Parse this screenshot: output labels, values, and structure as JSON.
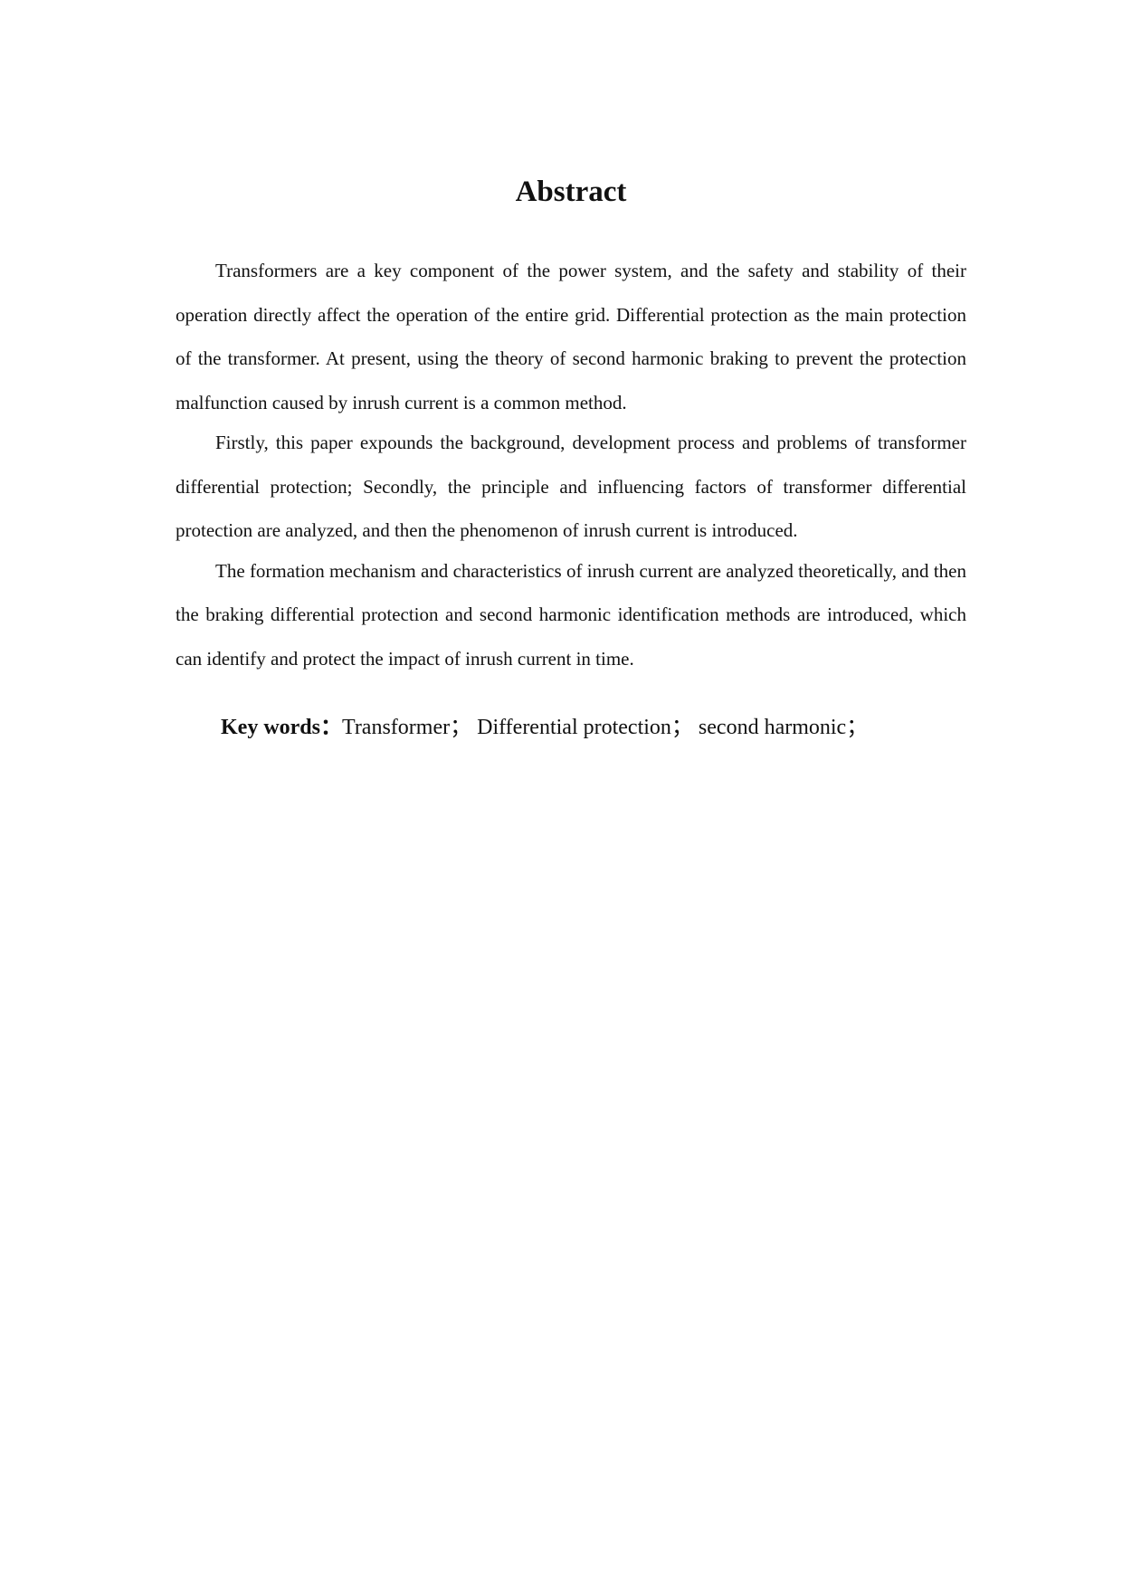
{
  "document": {
    "title": "Abstract",
    "paragraphs": [
      "Transformers are a key component of the power system, and the safety and stability of their operation directly affect the operation of the entire grid. Differential protection as the main protection of the transformer. At present, using the theory of second harmonic braking to prevent the protection malfunction caused by inrush current is a common method.",
      "Firstly, this paper expounds the background, development process and problems of transformer differential protection; Secondly, the principle and influencing factors of transformer differential protection are analyzed, and then the phenomenon of inrush current is introduced.",
      "The formation mechanism and characteristics of inrush current are analyzed theoretically, and then the braking differential protection and second harmonic identification methods are introduced, which can identify and protect the impact of inrush current in time."
    ],
    "keywords": {
      "label": "Key words：",
      "items": [
        "Transformer；",
        "Differential protection；",
        "second harmonic；"
      ]
    }
  }
}
